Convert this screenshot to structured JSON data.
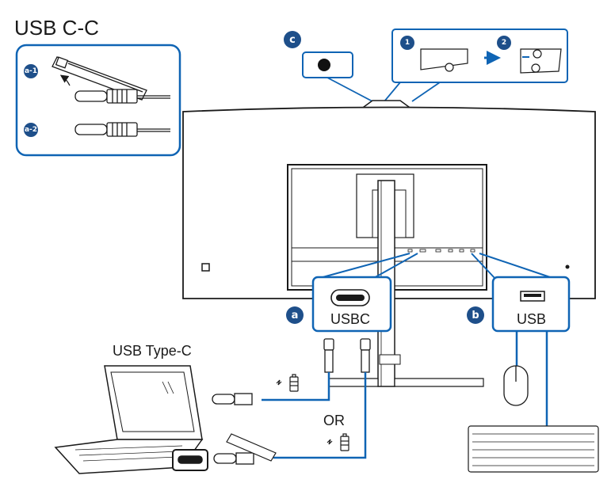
{
  "title": "USB C-C",
  "labels": {
    "usb_type_c": "USB Type-C",
    "or": "OR",
    "usbc_port": "USBC",
    "usb_port": "USB"
  },
  "badges": {
    "a": "a",
    "b": "b",
    "c": "c",
    "a1": "a-1",
    "a2": "a-2",
    "step1": "1",
    "step2": "2"
  },
  "colors": {
    "accent": "#0f64b4",
    "line": "#1a1a1a",
    "badge": "#1e4f8a"
  }
}
